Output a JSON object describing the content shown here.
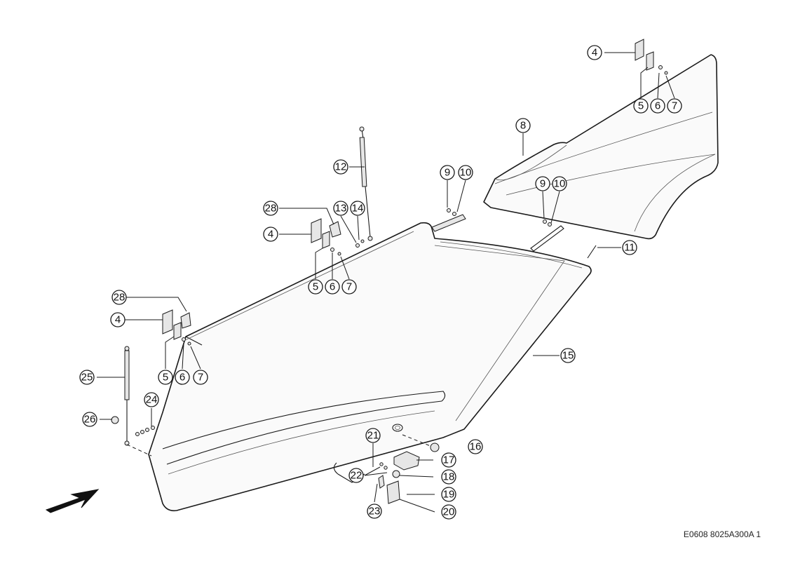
{
  "reference_code": "E0608 8025A300A 1",
  "callouts": {
    "c4a": "4",
    "c5a": "5",
    "c6a": "6",
    "c7a": "7",
    "c8": "8",
    "c9a": "9",
    "c10a": "10",
    "c9b": "9",
    "c10b": "10",
    "c11": "11",
    "c12": "12",
    "c28a": "28",
    "c13": "13",
    "c14": "14",
    "c4b": "4",
    "c5b": "5",
    "c6b": "6",
    "c7b": "7",
    "c28b": "28",
    "c4c": "4",
    "c5c": "5",
    "c6c": "6",
    "c7c": "7",
    "c25": "25",
    "c24": "24",
    "c26": "26",
    "c15": "15",
    "c21": "21",
    "c16": "16",
    "c17": "17",
    "c22": "22",
    "c18": "18",
    "c19": "19",
    "c23": "23",
    "c20": "20"
  },
  "direction_icon": "arrow-direction-icon"
}
